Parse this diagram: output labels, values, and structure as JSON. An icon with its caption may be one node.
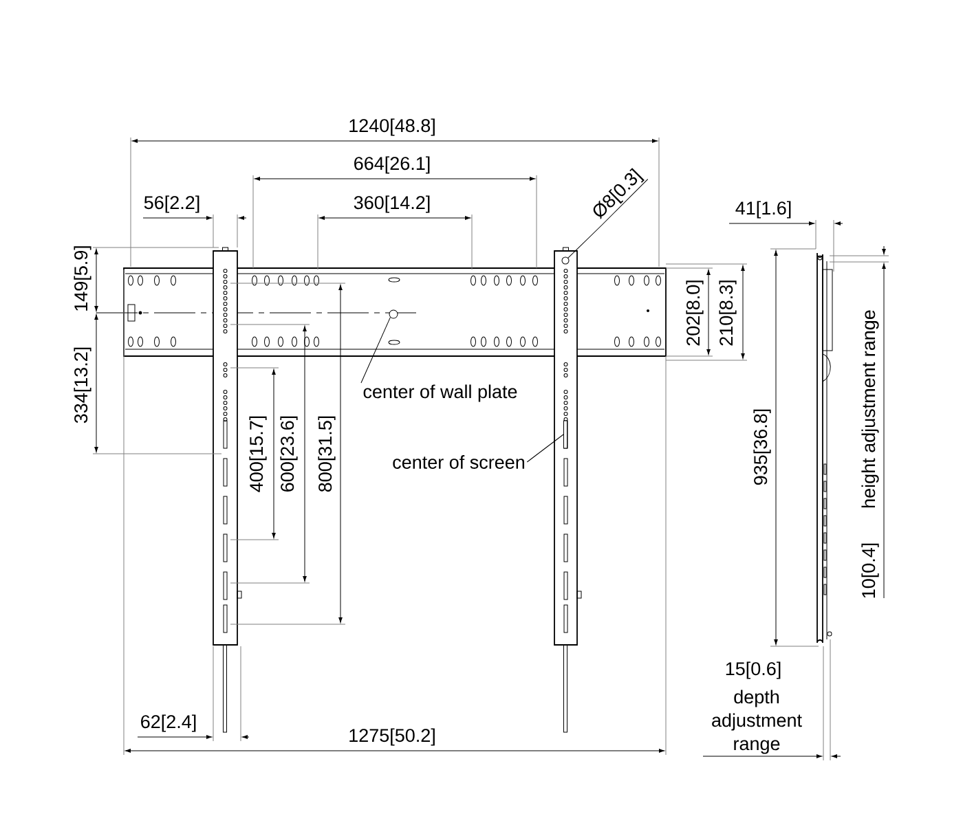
{
  "diagram": {
    "nodes": [
      {
        "text": [
          "Ø8[0.3]"
        ]
      },
      {
        "text": [
          "center of wall plate"
        ]
      },
      {
        "text": [
          "center of screen"
        ]
      },
      {
        "text": [],
        "shape": "circle"
      },
      {
        "text": [],
        "shape": "circle"
      },
      {
        "text": [],
        "shape": "bar"
      }
    ],
    "edges": [
      {
        "from": 0,
        "to": 4,
        "arrow": "none"
      },
      {
        "from": 1,
        "to": 3,
        "arrow": "none"
      },
      {
        "from": 2,
        "to": 5,
        "arrow": "none"
      }
    ],
    "labels": [
      "1240[48.8]",
      "664[26.1]",
      "56[2.2]",
      "360[14.2]",
      "41[1.6]",
      "149[5.9]",
      "202[8.0]",
      "210[8.3]",
      "height adjustment range",
      "334[13.2]",
      "400[15.7]",
      "600[23.6]",
      "800[31.5]",
      "935[36.8]",
      "10[0.4]",
      "15[0.6]",
      "depth adjustment range",
      "62[2.4]",
      "1275[50.2]"
    ]
  }
}
